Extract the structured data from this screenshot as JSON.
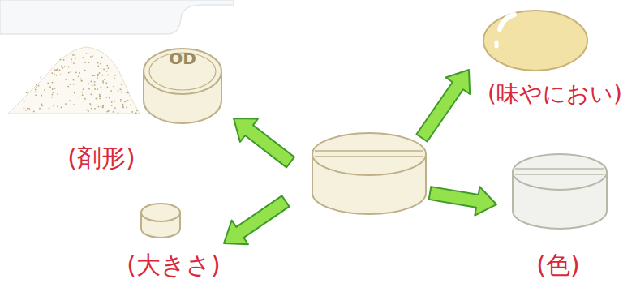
{
  "diagram": {
    "labels": [
      "OD",
      "(剤形)",
      "(味やにおい)",
      "(大きさ)",
      "(色)"
    ]
  }
}
